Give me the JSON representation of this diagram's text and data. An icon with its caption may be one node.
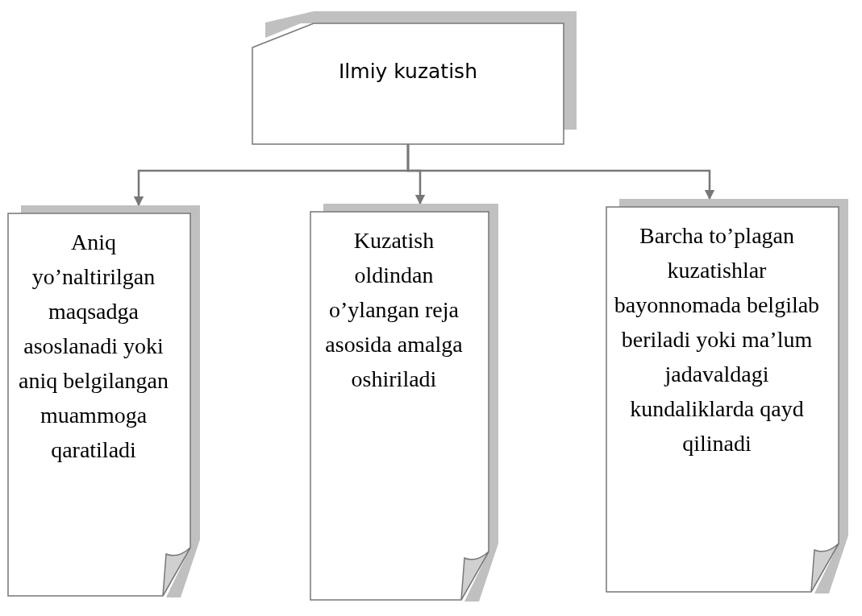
{
  "diagram": {
    "nodes": [
      {
        "text": [
          "Ilmiy kuzatish"
        ]
      },
      {
        "text": [
          "Aniq yo’naltirilgan maqsadga asoslanadi yoki aniq belgilangan muammoga qaratiladi"
        ]
      },
      {
        "text": [
          "Kuzatish oldindan o’ylangan reja asosida amalga oshiriladi"
        ]
      },
      {
        "text": [
          "Barcha to’plagan kuzatishlar bayonnomada belgilab beriladi yoki ma’lum jadavaldagi kundaliklarda qayd qilinadi"
        ]
      }
    ],
    "edges": [
      {
        "from": 0,
        "to": 1,
        "arrow": "to"
      },
      {
        "from": 0,
        "to": 2,
        "arrow": "to"
      },
      {
        "from": 0,
        "to": 3,
        "arrow": "to"
      }
    ]
  }
}
